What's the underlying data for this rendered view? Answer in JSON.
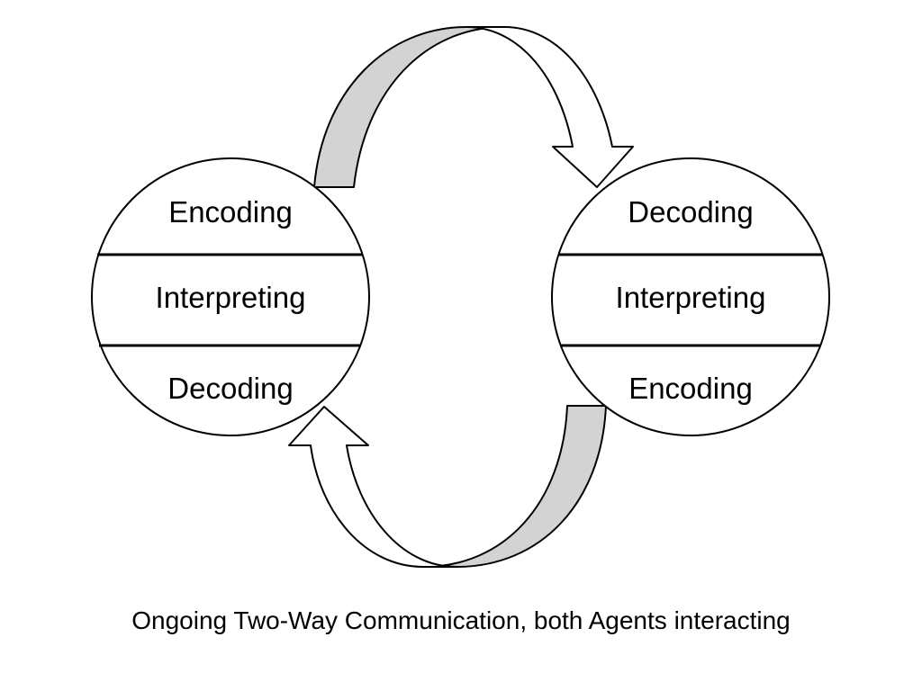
{
  "left_agent": {
    "layers": [
      "Encoding",
      "Interpreting",
      "Decoding"
    ]
  },
  "right_agent": {
    "layers": [
      "Decoding",
      "Interpreting",
      "Encoding"
    ]
  },
  "caption": "Ongoing Two-Way Communication, both Agents interacting",
  "colors": {
    "stroke": "#000000",
    "arrow_shading": "#d3d3d3",
    "background": "#ffffff"
  }
}
